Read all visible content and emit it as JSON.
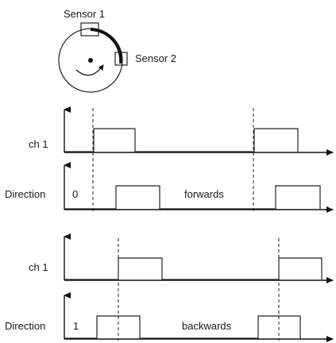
{
  "sensor": {
    "label1": "Sensor 1",
    "label2": "Sensor 2"
  },
  "panels": [
    {
      "label": "ch 1",
      "value": "",
      "text": ""
    },
    {
      "label": "Direction",
      "value": "0",
      "text": "forwards"
    },
    {
      "label": "ch 1",
      "value": "",
      "text": ""
    },
    {
      "label": "Direction",
      "value": "1",
      "text": "backwards"
    }
  ],
  "colors": {
    "line": "#222222",
    "wheel_arrow": "#1a1a1a",
    "background": "#ffffff"
  }
}
